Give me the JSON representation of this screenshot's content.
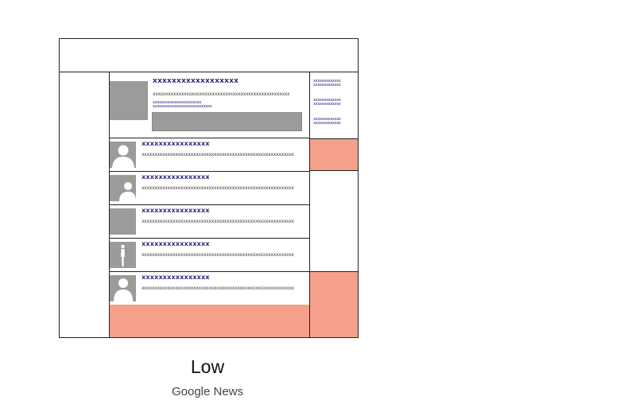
{
  "layout_label": "Low",
  "source_label": "Google News",
  "feature": {
    "title": "xxxxxxxxxxxxxxxxxx",
    "snippet": "xxxxxxxxxxxxxxxxxxxxxxxxxxxxxxxxxxxxxxxxxxxxxxxxxxxxx",
    "meta_line1": "xxxxxxxxxxxxxxxxxxxxxxx",
    "meta_line2": "xxxxxxxxxxxxxxxxxxxxxxxxxxxx"
  },
  "stories": [
    {
      "title": "xxxxxxxxxxxxxxxx",
      "snippet": "xxxxxxxxxxxxxxxxxxxxxxxxxxxxxxxxxxxxxxxxxxxxxxxxxxxxxxxxxxx",
      "avatar": "person-silhouette-icon"
    },
    {
      "title": "xxxxxxxxxxxxxxxx",
      "snippet": "xxxxxxxxxxxxxxxxxxxxxxxxxxxxxxxxxxxxxxxxxxxxxxxxxxxxxxxxxxx",
      "avatar": "person-silhouette-icon"
    },
    {
      "title": "xxxxxxxxxxxxxxxx",
      "snippet": "xxxxxxxxxxxxxxxxxxxxxxxxxxxxxxxxxxxxxxxxxxxxxxxxxxxxxxxxxxx",
      "avatar": "blank-thumbnail"
    },
    {
      "title": "xxxxxxxxxxxxxxxx",
      "snippet": "xxxxxxxxxxxxxxxxxxxxxxxxxxxxxxxxxxxxxxxxxxxxxxxxxxxxxxxxxxx",
      "avatar": "standing-figure-icon"
    },
    {
      "title": "xxxxxxxxxxxxxxxx",
      "snippet": "xxxxxxxxxxxxxxxxxxxxxxxxxxxxxxxxxxxxxxxxxxxxxxxxxxxxxxxxxxx",
      "avatar": "person-silhouette-icon"
    }
  ],
  "side_links": [
    {
      "line1": "xxxxxxxxxxxxx",
      "line2": "xxxxxxxxxxxxx"
    },
    {
      "line1": "xxxxxxxxxxxxx",
      "line2": "xxxxxxxxxxxxx"
    },
    {
      "line1": "xxxxxxxxxxxxx",
      "line2": "xxxxxxxxxxxxx"
    }
  ],
  "colors": {
    "ad_block": "#f4a08a",
    "thumbnail": "#9b9b9b",
    "link_text": "#2a2a80",
    "border": "#222222"
  }
}
